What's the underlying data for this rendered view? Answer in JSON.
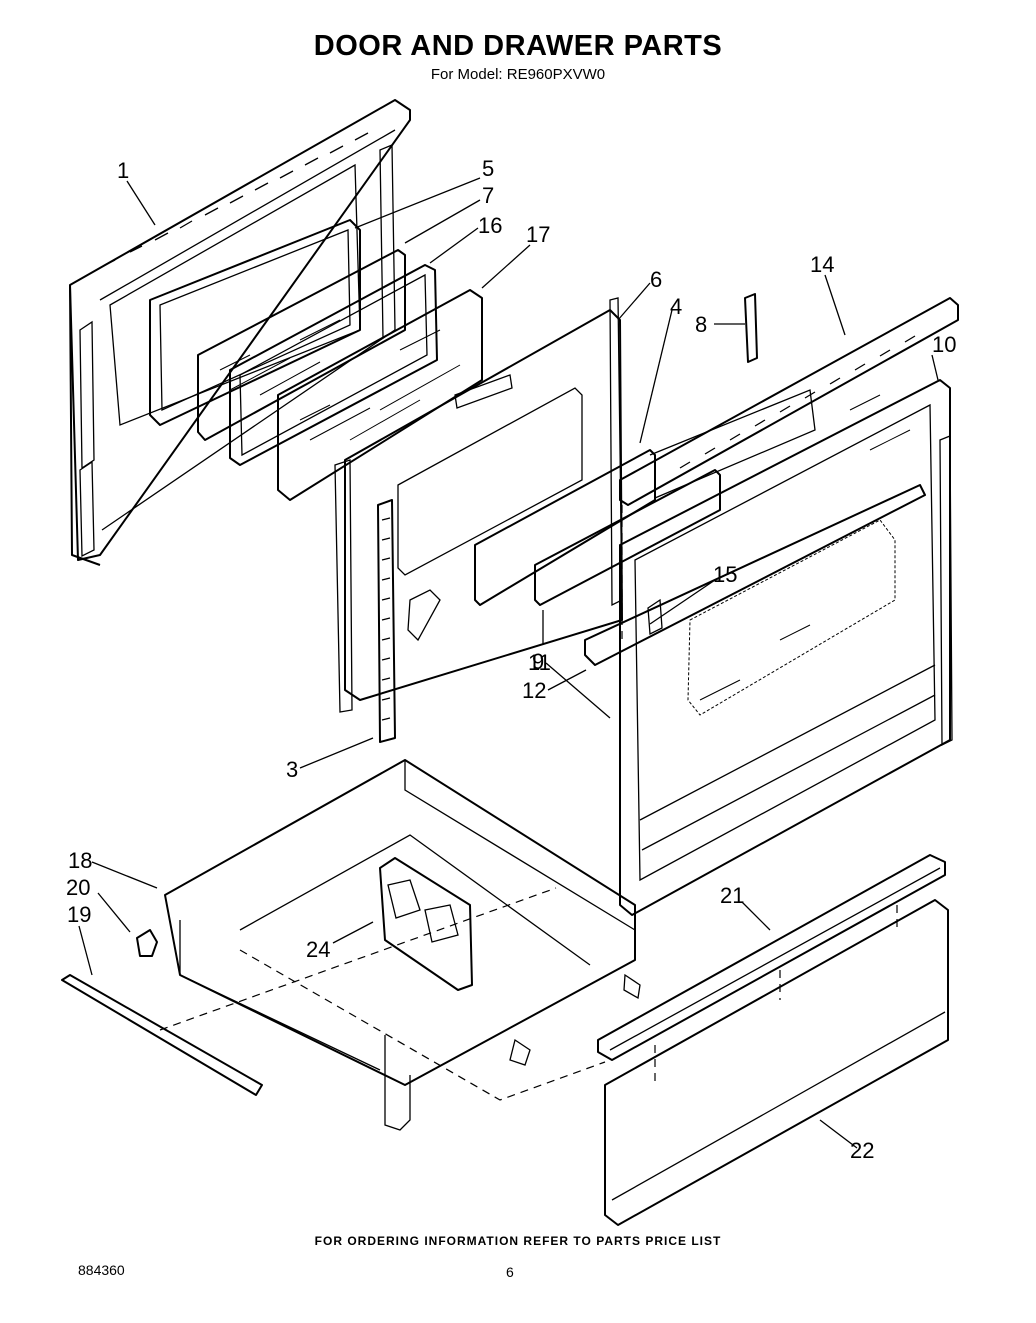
{
  "header": {
    "title": "DOOR AND DRAWER PARTS",
    "subtitle": "For Model: RE960PXVW0"
  },
  "callouts": [
    "1",
    "5",
    "7",
    "16",
    "17",
    "6",
    "4",
    "8",
    "14",
    "10",
    "15",
    "11",
    "12",
    "9",
    "3",
    "18",
    "20",
    "19",
    "24",
    "21",
    "22"
  ],
  "footer": {
    "ordering_note": "FOR ORDERING INFORMATION REFER TO PARTS PRICE LIST",
    "doc_number": "884360",
    "page_number": "6"
  }
}
